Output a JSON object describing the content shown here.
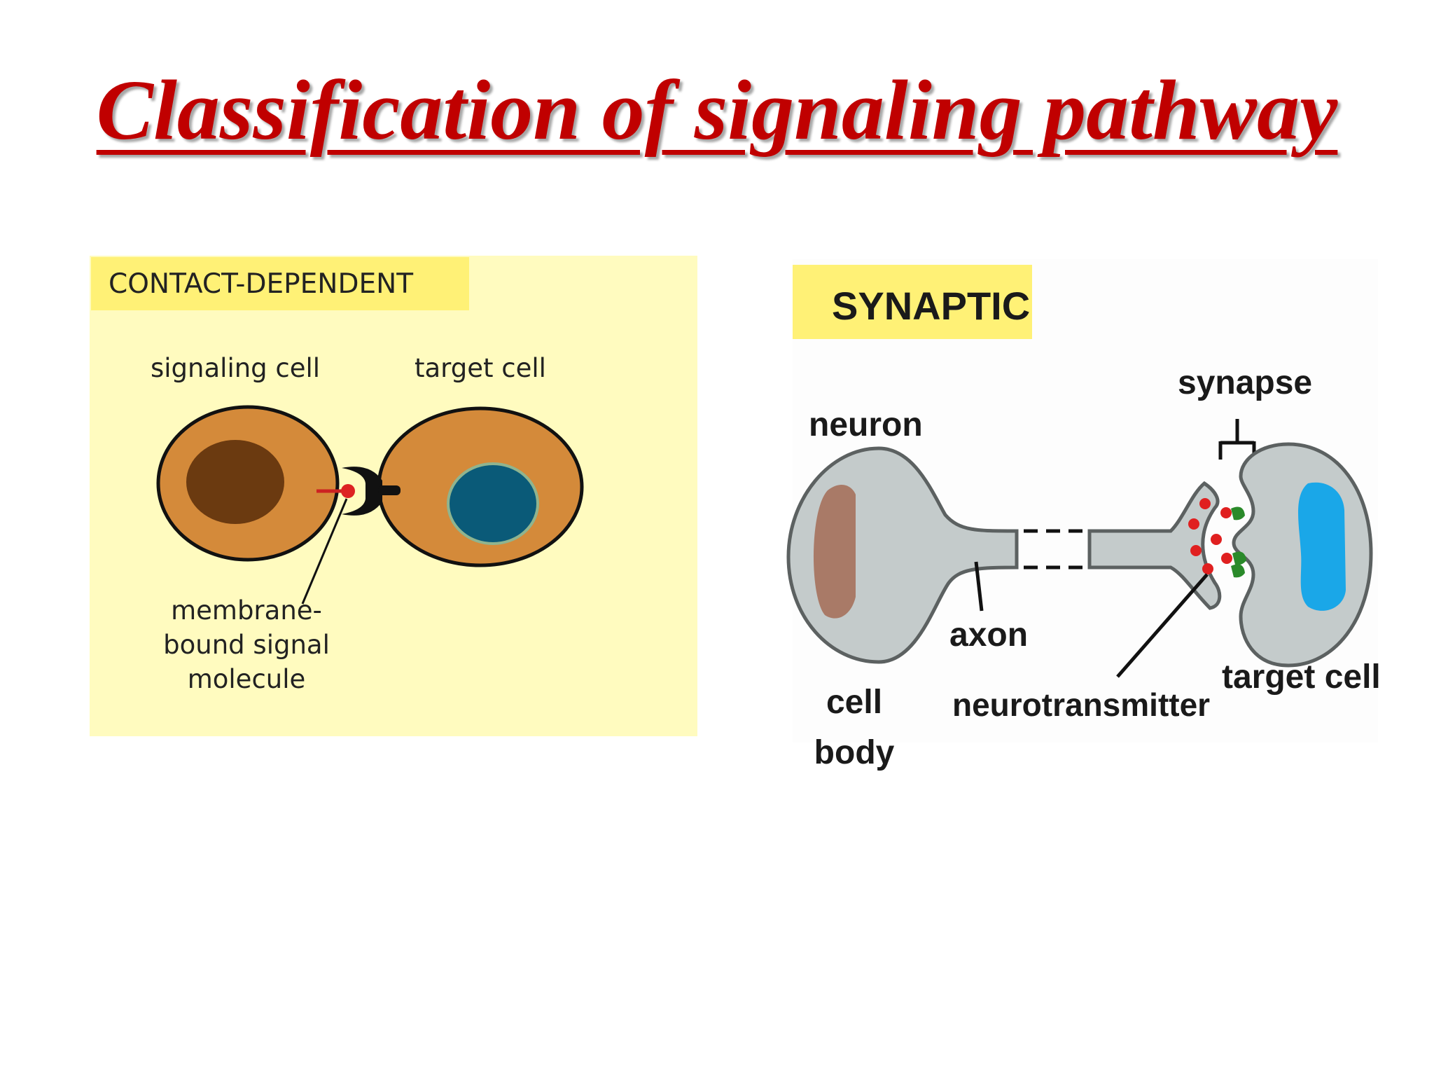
{
  "title": "Classification of signaling pathway",
  "colors": {
    "title": "#c00000",
    "panel_background": "#fffbbf",
    "header_tag": "#fff176",
    "cell_fill": "#d48a3a",
    "signaling_nucleus": "#6b3a10",
    "target_nucleus": "#0a5a78",
    "neuron_fill": "#c4cbcb",
    "neuron_nucleus": "#a97a67",
    "target_cell_nucleus": "#1aa7e8",
    "neurotransmitter_dot": "#e02020",
    "receptor": "#2a8a2a",
    "neurotransmitter_label": "#e0147a",
    "membrane_label": "#b22222"
  },
  "contact_dependent": {
    "header": "CONTACT-DEPENDENT",
    "signaling_cell_label": "signaling cell",
    "target_cell_label": "target cell",
    "signal_label": [
      "membrane-",
      "bound signal",
      "molecule"
    ]
  },
  "synaptic": {
    "header": "SYNAPTIC",
    "neuron_label": "neuron",
    "synapse_label": "synapse",
    "axon_label": "axon",
    "cell_body_label": [
      "cell",
      "body"
    ],
    "neurotransmitter_label": "neurotransmitter",
    "target_cell_label": "target cell"
  }
}
